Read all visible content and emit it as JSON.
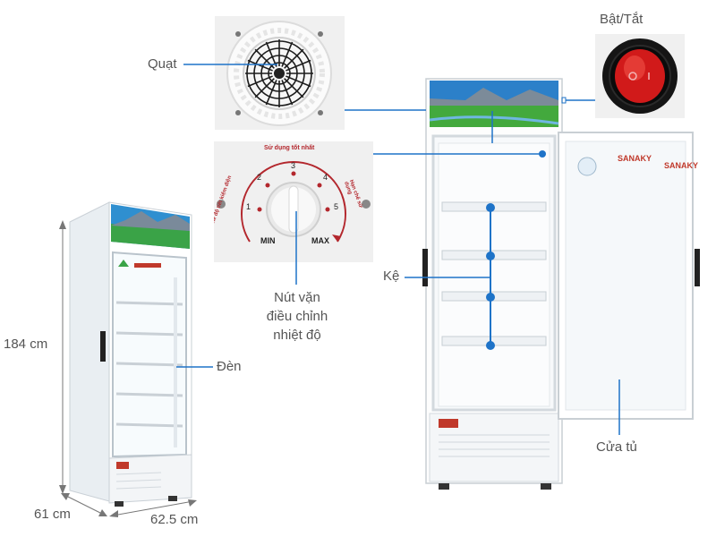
{
  "labels": {
    "fan": "Quạt",
    "power": "Bật/Tắt",
    "knob_line1": "Nút vặn",
    "knob_line2": "điều chỉnh",
    "knob_line3": "nhiệt độ",
    "shelf": "Kệ",
    "light": "Đèn",
    "door": "Cửa tủ"
  },
  "dimensions": {
    "height": "184 cm",
    "depth": "61 cm",
    "width": "62.5 cm"
  },
  "dial": {
    "arc_top": "Sử dụng tốt nhất",
    "arc_left": "Chế độ tiết kiệm điện",
    "arc_right": "Hạn chế sử dụng",
    "numbers": [
      "1",
      "2",
      "3",
      "4",
      "5"
    ],
    "min": "MIN",
    "max": "MAX"
  },
  "brand": "SANAKY",
  "power_switch_marks": [
    "O",
    "I"
  ],
  "colors": {
    "accent_blue": "#1e73c8",
    "dial_red": "#b3272d",
    "switch_red": "#d11a1a",
    "label_gray": "#555555"
  }
}
